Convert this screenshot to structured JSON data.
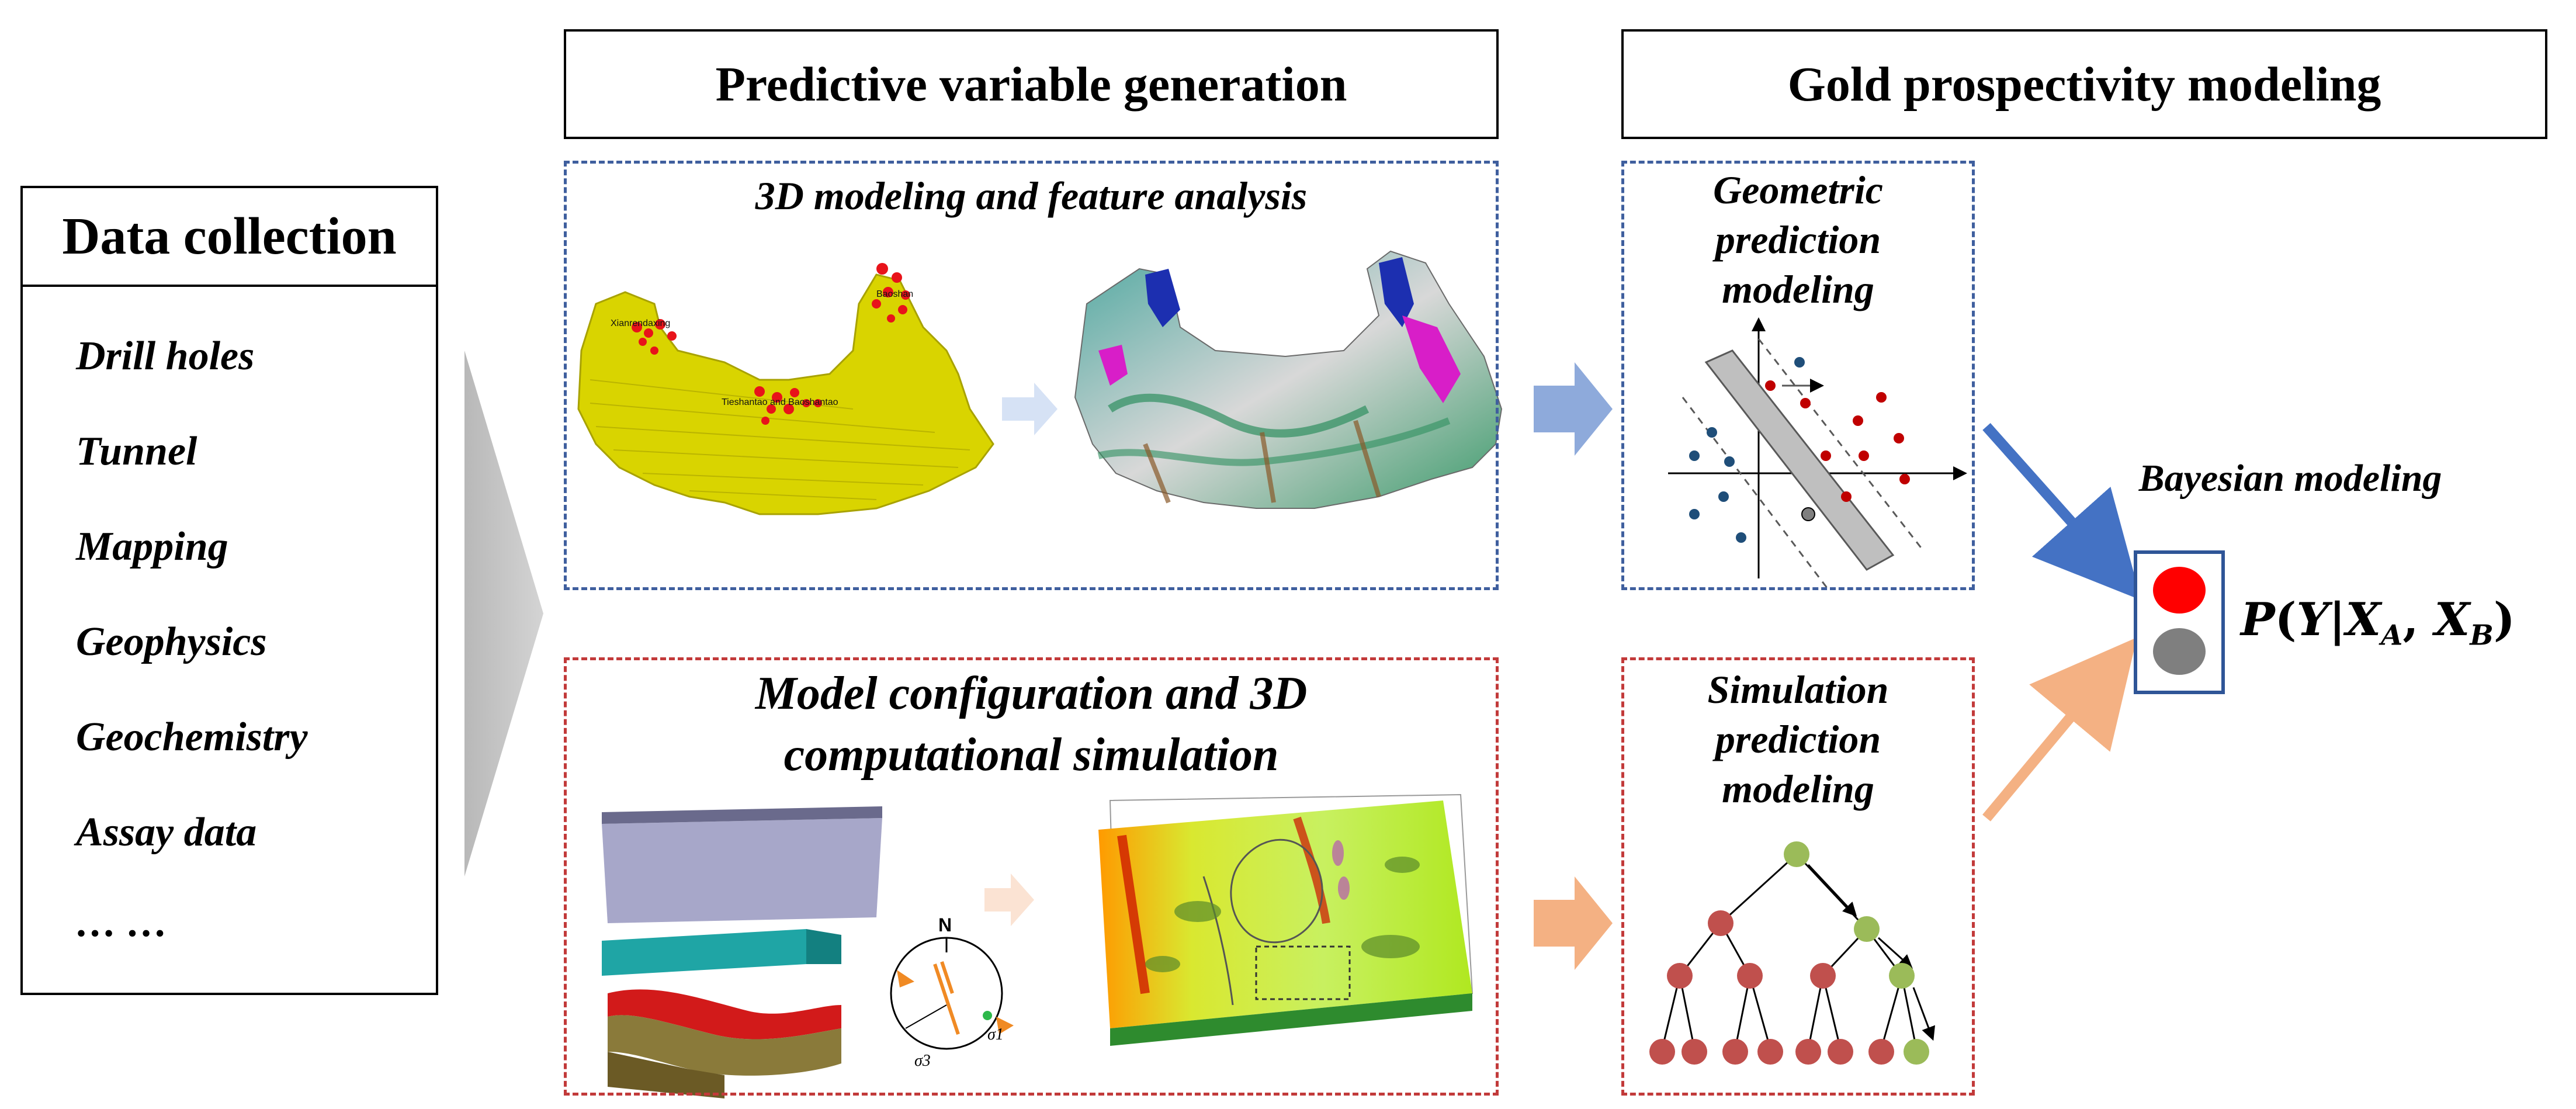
{
  "headers": {
    "predictive": "Predictive variable generation",
    "gold": "Gold prospectivity modeling",
    "data_collection": "Data collection"
  },
  "data_collection_items": [
    "Drill holes",
    "Tunnel",
    "Mapping",
    "Geophysics",
    "Geochemistry",
    "Assay data",
    "… …"
  ],
  "panels": {
    "modeling_title": "3D modeling and feature analysis",
    "simulation_title_line1": "Model configuration and 3D",
    "simulation_title_line2": "computational simulation",
    "geometric_line1": "Geometric",
    "geometric_line2": "prediction",
    "geometric_line3": "modeling",
    "simulation_pred_line1": "Simulation",
    "simulation_pred_line2": "prediction",
    "simulation_pred_line3": "modeling",
    "bayesian_title": "Bayesian modeling"
  },
  "map_labels": {
    "xianrendaxing": "Xianrendaxing",
    "tieshan": "Tieshantao and Baoshantao",
    "baoshan": "Baoshan"
  },
  "stereonet": {
    "north": "N",
    "sigma1": "σ1",
    "sigma3": "σ3"
  },
  "formula": {
    "p": "P",
    "open": "(",
    "y": "Y",
    "bar": "|",
    "xa": "X",
    "a": "A",
    "comma": ",",
    "xb": "X",
    "b": "B",
    "close": ")"
  },
  "colors": {
    "blue_arrow": "#4472c4",
    "orange_arrow": "#f4b183",
    "red_node": "#c0504d",
    "green_node": "#9bbb59",
    "svm_red": "#c00000",
    "svm_blue": "#1f4e79",
    "traffic_red": "#ff0000",
    "traffic_gray": "#7f7f7f"
  }
}
